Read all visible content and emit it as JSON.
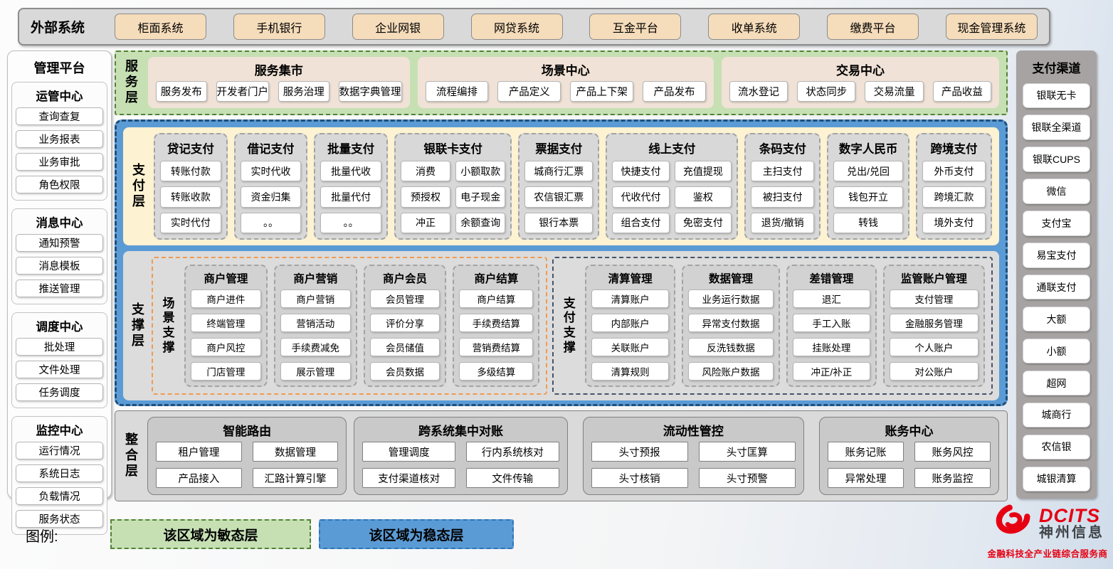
{
  "external_systems": {
    "label": "外部系统",
    "items": [
      "柜面系统",
      "手机银行",
      "企业网银",
      "网贷系统",
      "互金平台",
      "收单系统",
      "缴费平台",
      "现金管理系统"
    ]
  },
  "management_platform": {
    "title": "管理平台",
    "groups": [
      {
        "title": "运管中心",
        "items": [
          "查询查复",
          "业务报表",
          "业务审批",
          "角色权限"
        ]
      },
      {
        "title": "消息中心",
        "items": [
          "通知预警",
          "消息模板",
          "推送管理"
        ]
      },
      {
        "title": "调度中心",
        "items": [
          "批处理",
          "文件处理",
          "任务调度"
        ]
      },
      {
        "title": "监控中心",
        "items": [
          "运行情况",
          "系统日志",
          "负载情况",
          "服务状态"
        ]
      }
    ]
  },
  "service_layer": {
    "label": "服务层",
    "groups": [
      {
        "title": "服务集市",
        "items": [
          "服务发布",
          "开发者门户",
          "服务治理",
          "数据字典管理"
        ]
      },
      {
        "title": "场景中心",
        "items": [
          "流程编排",
          "产品定义",
          "产品上下架",
          "产品发布"
        ]
      },
      {
        "title": "交易中心",
        "items": [
          "流水登记",
          "状态同步",
          "交易流量",
          "产品收益"
        ]
      }
    ]
  },
  "payment_layer": {
    "label": "支付层",
    "columns": [
      {
        "title": "贷记支付",
        "items": [
          "转账付款",
          "转账收款",
          "实时代付"
        ]
      },
      {
        "title": "借记支付",
        "items": [
          "实时代收",
          "资金归集",
          "。。"
        ]
      },
      {
        "title": "批量支付",
        "items": [
          "批量代收",
          "批量代付",
          "。。"
        ]
      },
      {
        "title": "银联卡支付",
        "items": [
          "消费",
          "小额取款",
          "预授权",
          "电子现金",
          "冲正",
          "余额查询"
        ]
      },
      {
        "title": "票据支付",
        "items": [
          "城商行汇票",
          "农信银汇票",
          "银行本票"
        ]
      },
      {
        "title": "线上支付",
        "items": [
          "快捷支付",
          "充值提现",
          "代收代付",
          "鉴权",
          "组合支付",
          "免密支付"
        ]
      },
      {
        "title": "条码支付",
        "items": [
          "主扫支付",
          "被扫支付",
          "退货/撤销"
        ]
      },
      {
        "title": "数字人民币",
        "items": [
          "兑出/兑回",
          "钱包开立",
          "转钱"
        ]
      },
      {
        "title": "跨境支付",
        "items": [
          "外币支付",
          "跨境汇款",
          "境外支付"
        ]
      }
    ]
  },
  "support_layer": {
    "label": "支撑层",
    "sections": [
      {
        "label": "场景支撑",
        "columns": [
          {
            "title": "商户管理",
            "items": [
              "商户进件",
              "终端管理",
              "商户风控",
              "门店管理"
            ]
          },
          {
            "title": "商户营销",
            "items": [
              "商户营销",
              "营销活动",
              "手续费减免",
              "展示管理"
            ]
          },
          {
            "title": "商户会员",
            "items": [
              "会员管理",
              "评价分享",
              "会员储值",
              "会员数据"
            ]
          },
          {
            "title": "商户结算",
            "items": [
              "商户结算",
              "手续费结算",
              "营销费结算",
              "多级结算"
            ]
          }
        ]
      },
      {
        "label": "支付支撑",
        "columns": [
          {
            "title": "清算管理",
            "items": [
              "清算账户",
              "内部账户",
              "关联账户",
              "清算规则"
            ]
          },
          {
            "title": "数据管理",
            "items": [
              "业务运行数据",
              "异常支付数据",
              "反洗钱数据",
              "风险账户数据"
            ]
          },
          {
            "title": "差错管理",
            "items": [
              "退汇",
              "手工入账",
              "挂账处理",
              "冲正/补正"
            ]
          },
          {
            "title": "监管账户管理",
            "items": [
              "支付管理",
              "金融服务管理",
              "个人账户",
              "对公账户"
            ]
          }
        ]
      }
    ]
  },
  "integration_layer": {
    "label": "整合层",
    "groups": [
      {
        "title": "智能路由",
        "items": [
          "租户管理",
          "数据管理",
          "产品接入",
          "汇路计算引擎"
        ]
      },
      {
        "title": "跨系统集中对账",
        "items": [
          "管理调度",
          "行内系统核对",
          "支付渠道核对",
          "文件传输"
        ]
      },
      {
        "title": "流动性管控",
        "items": [
          "头寸预报",
          "头寸匡算",
          "头寸核销",
          "头寸预警"
        ]
      },
      {
        "title": "账务中心",
        "items": [
          "账务记账",
          "账务风控",
          "异常处理",
          "账务监控"
        ]
      }
    ]
  },
  "payment_channels": {
    "title": "支付渠道",
    "items": [
      "银联无卡",
      "银联全渠道",
      "银联CUPS",
      "微信",
      "支付宝",
      "易宝支付",
      "通联支付",
      "大额",
      "小额",
      "超网",
      "城商行",
      "农信银",
      "城银清算"
    ]
  },
  "legend": {
    "label": "图例:",
    "sensitive": "该区域为敏态层",
    "stable": "该区域为稳态层"
  },
  "logo": {
    "brand": "DCITS",
    "company": "神州信息",
    "tagline": "金融科技全产业链综合服务商"
  },
  "colors": {
    "sensitive_layer_green": "#c6e0b4",
    "sensitive_border_green": "#538135",
    "stable_layer_blue": "#5b9bd5",
    "stable_border_blue": "#1f4e79",
    "payment_cream": "#fdf2d1",
    "panel_beige": "#f0e2d6",
    "column_gray": "#d8d8d8",
    "external_button_tan": "#f5dcba",
    "scene_support_orange": "#ef9b51",
    "payment_support_navy": "#44546a",
    "brand_red": "#e60012"
  }
}
